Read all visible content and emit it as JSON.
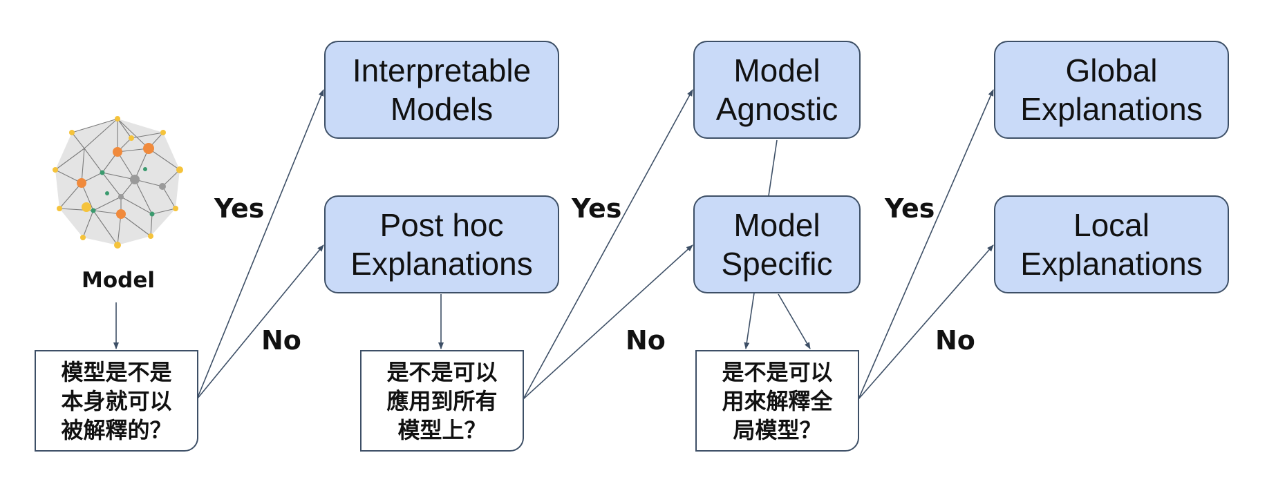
{
  "nodes": {
    "interpretable_models": "Interpretable\nModels",
    "post_hoc_explanations": "Post hoc\nExplanations",
    "model_agnostic": "Model\nAgnostic",
    "model_specific": "Model\nSpecific",
    "global_explanations": "Global\nExplanations",
    "local_explanations": "Local\nExplanations"
  },
  "questions": {
    "q1": "模型是不是\n本身就可以\n被解釋的？",
    "q2": "是不是可以\n應用到所有\n模型上？",
    "q3": "是不是可以\n用來解釋全\n局模型？"
  },
  "edge_labels": {
    "yes1": "Yes",
    "no1": "No",
    "yes2": "Yes",
    "no2": "No",
    "yes3": "Yes",
    "no3": "No"
  },
  "model_label": "Model",
  "model_icon": "neural-network-graph-icon",
  "colors": {
    "box_fill": "#c9daf8",
    "box_border": "#3d4f66",
    "arrow": "#3d4f66",
    "node_orange": "#f08a3c",
    "node_yellow": "#f5c33b",
    "node_green": "#3a9a6e",
    "node_gray": "#9a9a9a"
  }
}
